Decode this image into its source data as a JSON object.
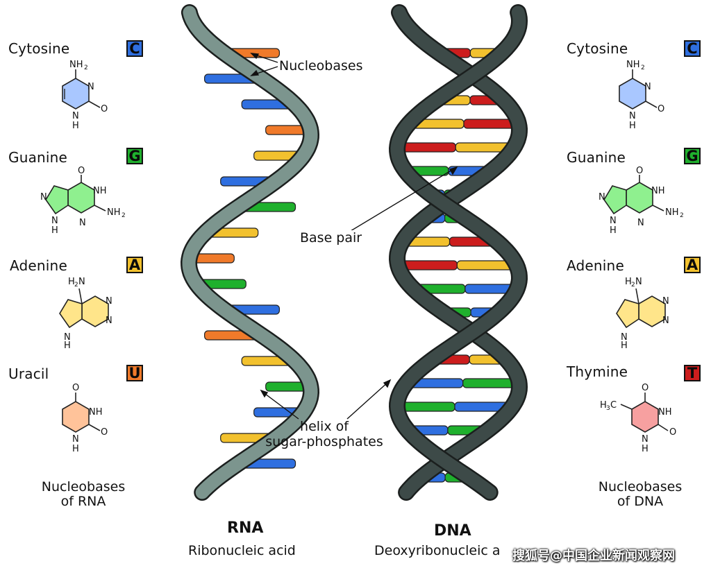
{
  "rna": {
    "title": "RNA",
    "subtitle": "Ribonucleic acid",
    "caption": [
      "Nucleobases",
      "of RNA"
    ],
    "bases": [
      {
        "name": "Cytosine",
        "letter": "C",
        "color": "#2f6fe0",
        "fill": "#a9c7ff",
        "molecule": "cytosine"
      },
      {
        "name": "Guanine",
        "letter": "G",
        "color": "#1fb02d",
        "fill": "#8ff08f",
        "molecule": "guanine"
      },
      {
        "name": "Adenine",
        "letter": "A",
        "color": "#f2c12e",
        "fill": "#ffe58a",
        "molecule": "adenine"
      },
      {
        "name": "Uracil",
        "letter": "U",
        "color": "#f07a2a",
        "fill": "#ffc39a",
        "molecule": "uracil"
      }
    ]
  },
  "dna": {
    "title": "DNA",
    "subtitle": "Deoxyribonucleic a",
    "caption": [
      "Nucleobases",
      "of DNA"
    ],
    "bases": [
      {
        "name": "Cytosine",
        "letter": "C",
        "color": "#2f6fe0",
        "fill": "#a9c7ff",
        "molecule": "cytosine"
      },
      {
        "name": "Guanine",
        "letter": "G",
        "color": "#1fb02d",
        "fill": "#8ff08f",
        "molecule": "guanine"
      },
      {
        "name": "Adenine",
        "letter": "A",
        "color": "#f2c12e",
        "fill": "#ffe58a",
        "molecule": "adenine"
      },
      {
        "name": "Thymine",
        "letter": "T",
        "color": "#cc1d1d",
        "fill": "#f7a0a0",
        "molecule": "thymine"
      }
    ]
  },
  "annotations": {
    "nucleobases": "Nucleobases",
    "base_pair": "Base pair",
    "helix_line1": "helix of",
    "helix_line2": "sugar-phosphates"
  },
  "atoms": {
    "nh2": "NH",
    "two": "2",
    "n": "N",
    "h": "H",
    "nh": "NH",
    "o": "O",
    "h2n": "H",
    "h3c": "H",
    "three": "3",
    "c": "C"
  },
  "watermark": "搜狐号@中国企业新闻观察网",
  "colors": {
    "rna_backbone": "#7c958e",
    "dna_backbone": "#3d4a48",
    "cytosine": "#2f6fe0",
    "guanine": "#1fb02d",
    "adenine": "#f2c12e",
    "uracil": "#f07a2a",
    "thymine": "#cc1d1d"
  }
}
